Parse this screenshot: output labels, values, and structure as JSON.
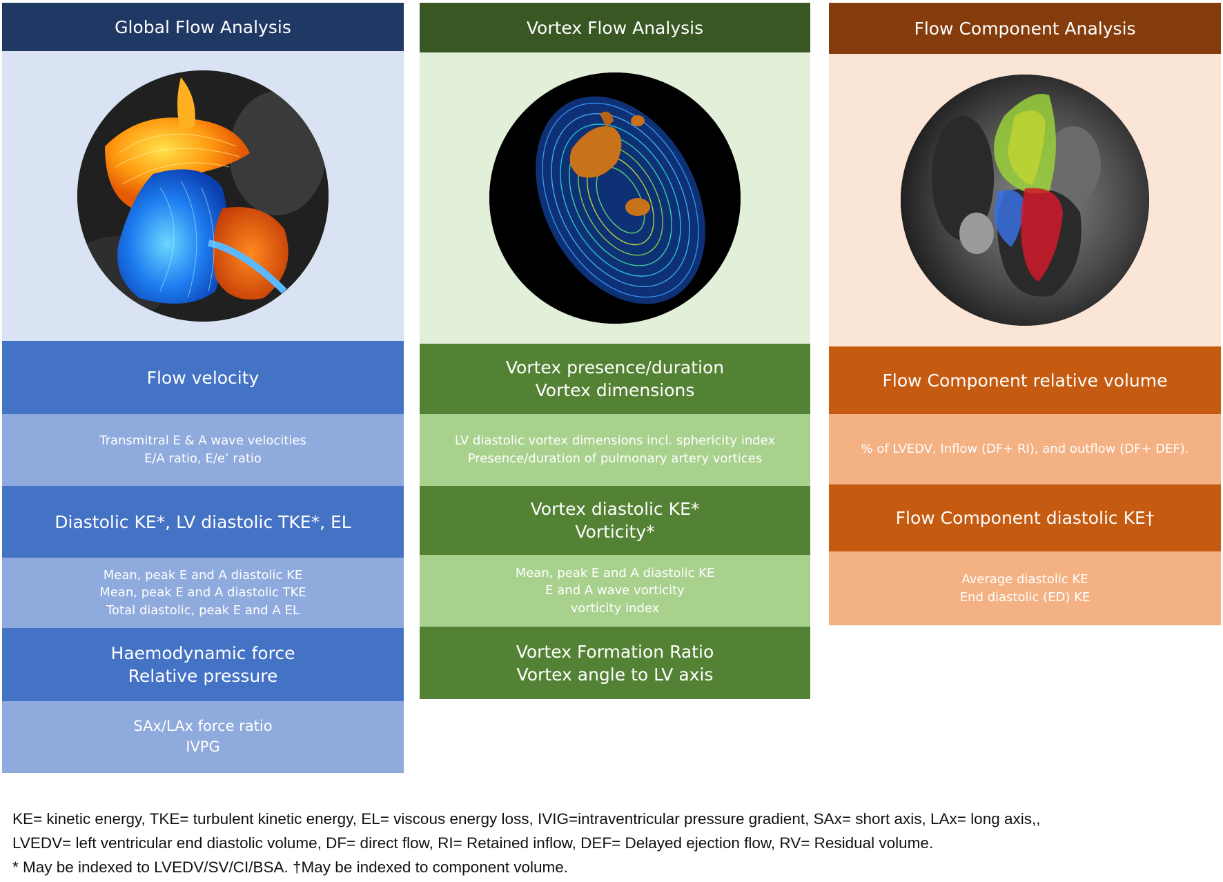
{
  "colors": {
    "global_header": "#203864",
    "global_image_bg": "#dae3f3",
    "global_dark": "#4472c4",
    "global_light": "#8faadc",
    "vortex_header": "#385723",
    "vortex_image_bg": "#e2f0d9",
    "vortex_dark": "#548235",
    "vortex_light": "#a9d18e",
    "component_header": "#843c0c",
    "component_image_bg": "#fbe5d6",
    "component_dark": "#c55a11",
    "component_light": "#f4b183"
  },
  "columns": [
    {
      "title": "Global Flow Analysis",
      "image_icon": "4d-flow-global-image",
      "blocks": [
        {
          "style": "dark",
          "lines": [
            "Flow velocity"
          ]
        },
        {
          "style": "light",
          "lines": [
            "Transmitral E & A wave velocities",
            "E/A ratio, E/e’ ratio"
          ]
        },
        {
          "style": "dark",
          "lines": [
            "Diastolic KE*, LV diastolic TKE*, EL"
          ]
        },
        {
          "style": "light",
          "lines": [
            "Mean, peak E and A diastolic KE",
            "Mean, peak E and A diastolic TKE",
            "Total diastolic, peak E and A EL"
          ]
        },
        {
          "style": "dark",
          "lines": [
            "Haemodynamic force",
            "Relative pressure"
          ]
        },
        {
          "style": "light",
          "lines": [
            "SAx/LAx force ratio",
            "IVPG"
          ]
        }
      ]
    },
    {
      "title": "Vortex Flow Analysis",
      "image_icon": "4d-flow-vortex-image",
      "blocks": [
        {
          "style": "dark",
          "lines": [
            "Vortex presence/duration",
            "Vortex dimensions"
          ]
        },
        {
          "style": "light",
          "lines": [
            "LV diastolic vortex dimensions incl. sphericity index",
            "Presence/duration of pulmonary artery vortices"
          ]
        },
        {
          "style": "dark",
          "lines": [
            "Vortex diastolic KE*",
            "Vorticity*"
          ]
        },
        {
          "style": "light",
          "lines": [
            "Mean, peak E and A diastolic KE",
            "E and A wave vorticity",
            "vorticity index"
          ]
        },
        {
          "style": "dark",
          "lines": [
            "Vortex Formation Ratio",
            "Vortex angle to LV axis"
          ]
        }
      ]
    },
    {
      "title": "Flow Component Analysis",
      "image_icon": "4d-flow-component-image",
      "blocks": [
        {
          "style": "dark",
          "lines": [
            "Flow Component relative volume"
          ]
        },
        {
          "style": "light",
          "lines": [
            "% of LVEDV, Inflow (DF+ RI), and outflow (DF+ DEF)."
          ]
        },
        {
          "style": "dark",
          "lines": [
            "Flow Component diastolic KE†"
          ]
        },
        {
          "style": "light",
          "lines": [
            "Average diastolic KE",
            "End diastolic (ED) KE"
          ]
        }
      ]
    }
  ],
  "footnote": [
    "KE= kinetic energy, TKE= turbulent kinetic energy, EL= viscous energy loss, IVIG=intraventricular pressure gradient, SAx= short axis, LAx= long axis,,",
    "LVEDV= left ventricular end diastolic volume, DF= direct flow, RI= Retained inflow, DEF= Delayed ejection flow, RV= Residual volume.",
    "* May be indexed to LVEDV/SV/CI/BSA. †May be indexed to component volume."
  ]
}
